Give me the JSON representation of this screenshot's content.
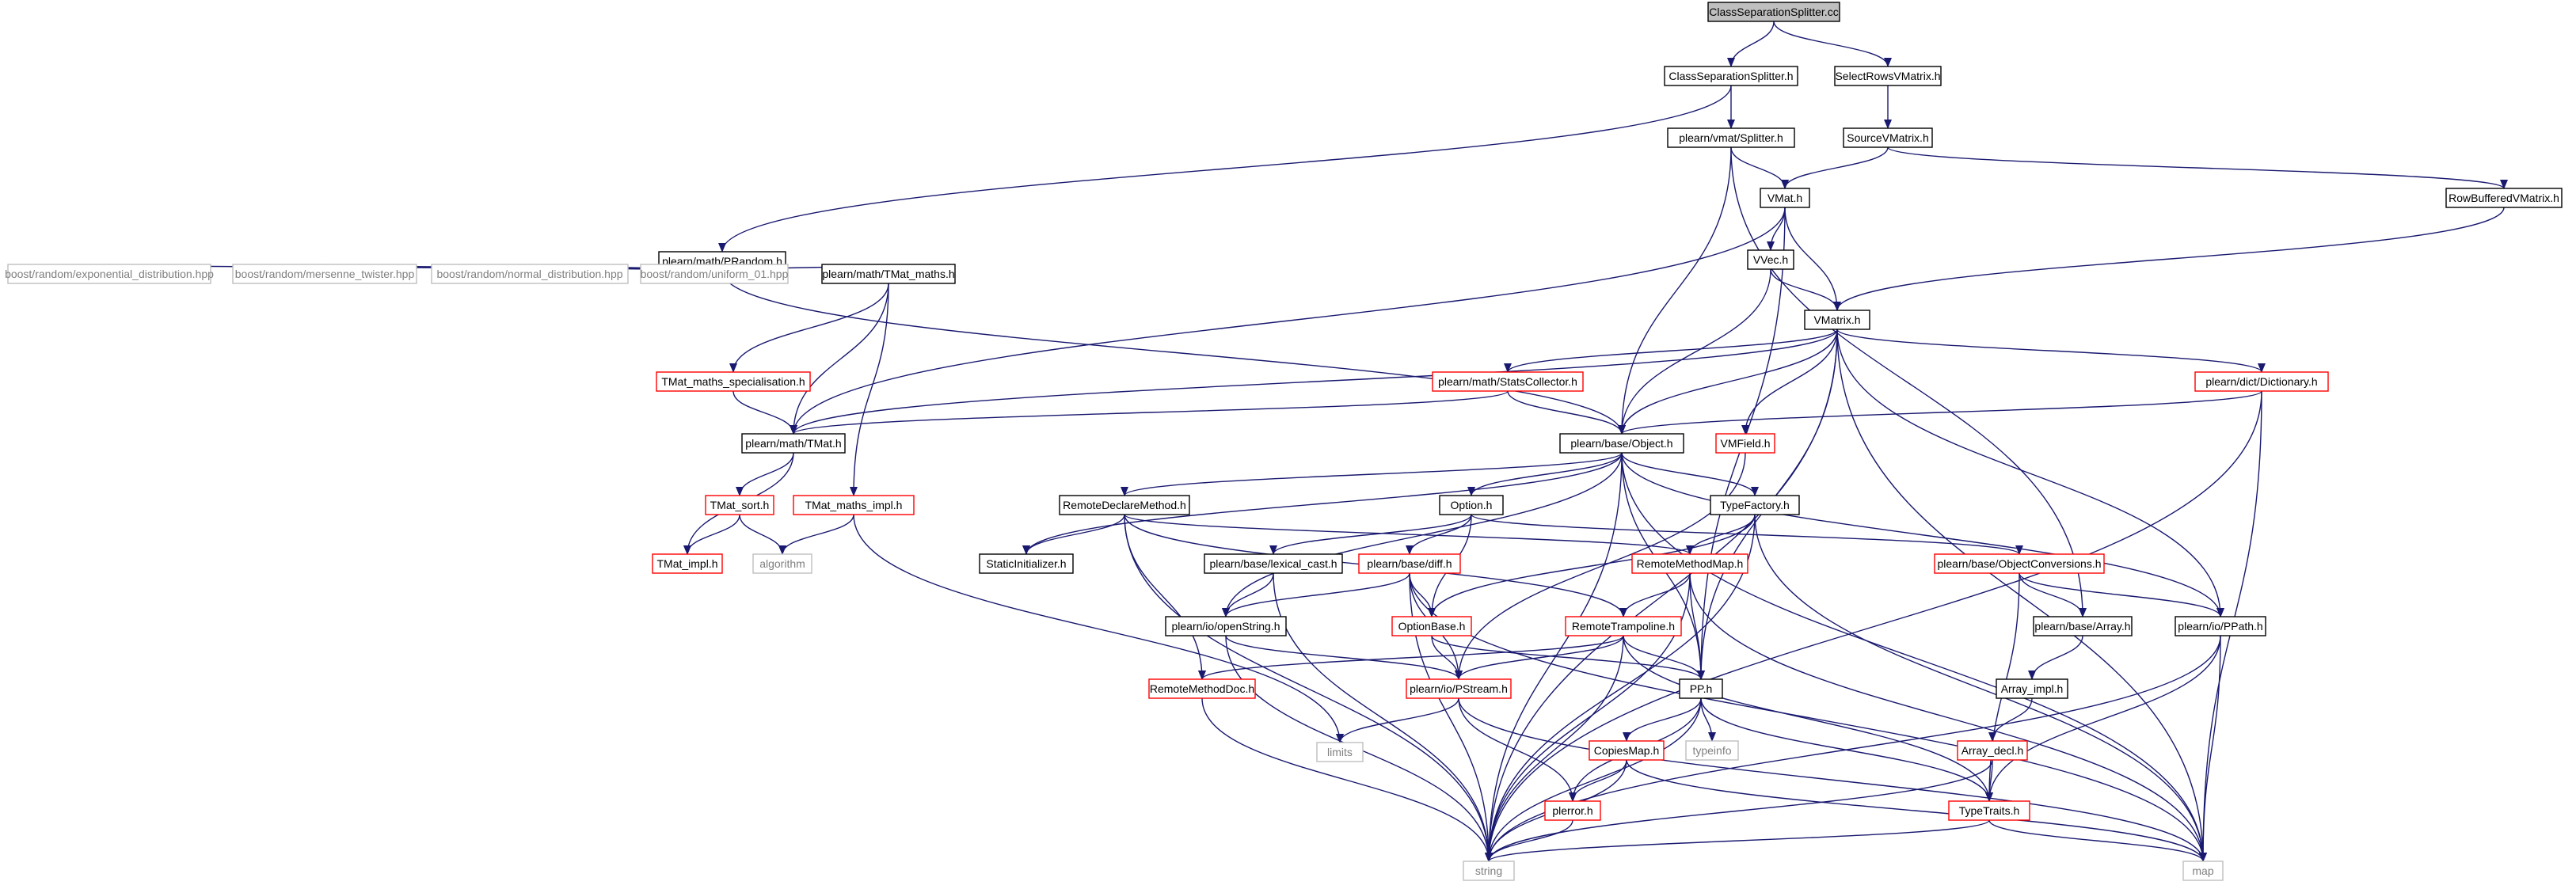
{
  "nodes": [
    {
      "id": "csc",
      "label": "ClassSeparationSplitter.cc",
      "style": "root"
    },
    {
      "id": "csh",
      "label": "ClassSeparationSplitter.h",
      "style": "black"
    },
    {
      "id": "srv",
      "label": "SelectRowsVMatrix.h",
      "style": "black"
    },
    {
      "id": "spl",
      "label": "plearn/vmat/Splitter.h",
      "style": "black"
    },
    {
      "id": "svm",
      "label": "SourceVMatrix.h",
      "style": "black"
    },
    {
      "id": "vmat",
      "label": "VMat.h",
      "style": "black"
    },
    {
      "id": "rbv",
      "label": "RowBufferedVMatrix.h",
      "style": "black"
    },
    {
      "id": "vvec",
      "label": "VVec.h",
      "style": "black"
    },
    {
      "id": "prand",
      "label": "plearn/math/PRandom.h",
      "style": "black"
    },
    {
      "id": "exp",
      "label": "boost/random/exponential_distribution.hpp",
      "style": "gray"
    },
    {
      "id": "mt",
      "label": "boost/random/mersenne_twister.hpp",
      "style": "gray"
    },
    {
      "id": "norm",
      "label": "boost/random/normal_distribution.hpp",
      "style": "gray"
    },
    {
      "id": "uni",
      "label": "boost/random/uniform_01.hpp",
      "style": "gray"
    },
    {
      "id": "tmm",
      "label": "plearn/math/TMat_maths.h",
      "style": "black"
    },
    {
      "id": "vmx",
      "label": "VMatrix.h",
      "style": "black"
    },
    {
      "id": "tmms",
      "label": "TMat_maths_specialisation.h",
      "style": "red"
    },
    {
      "id": "stats",
      "label": "plearn/math/StatsCollector.h",
      "style": "red"
    },
    {
      "id": "dict",
      "label": "plearn/dict/Dictionary.h",
      "style": "red"
    },
    {
      "id": "tmat",
      "label": "plearn/math/TMat.h",
      "style": "black"
    },
    {
      "id": "obj",
      "label": "plearn/base/Object.h",
      "style": "black"
    },
    {
      "id": "vmf",
      "label": "VMField.h",
      "style": "red"
    },
    {
      "id": "tsort",
      "label": "TMat_sort.h",
      "style": "red"
    },
    {
      "id": "tmmi",
      "label": "TMat_maths_impl.h",
      "style": "red"
    },
    {
      "id": "rdm",
      "label": "RemoteDeclareMethod.h",
      "style": "black"
    },
    {
      "id": "opt",
      "label": "Option.h",
      "style": "black"
    },
    {
      "id": "tf",
      "label": "TypeFactory.h",
      "style": "black"
    },
    {
      "id": "timpl",
      "label": "TMat_impl.h",
      "style": "red"
    },
    {
      "id": "algo",
      "label": "algorithm",
      "style": "gray"
    },
    {
      "id": "sinit",
      "label": "StaticInitializer.h",
      "style": "black"
    },
    {
      "id": "lcast",
      "label": "plearn/base/lexical_cast.h",
      "style": "black"
    },
    {
      "id": "diff",
      "label": "plearn/base/diff.h",
      "style": "red"
    },
    {
      "id": "rmm",
      "label": "RemoteMethodMap.h",
      "style": "red"
    },
    {
      "id": "oconv",
      "label": "plearn/base/ObjectConversions.h",
      "style": "red"
    },
    {
      "id": "ostr",
      "label": "plearn/io/openString.h",
      "style": "black"
    },
    {
      "id": "ob",
      "label": "OptionBase.h",
      "style": "red"
    },
    {
      "id": "rtr",
      "label": "RemoteTrampoline.h",
      "style": "red"
    },
    {
      "id": "arr",
      "label": "plearn/base/Array.h",
      "style": "black"
    },
    {
      "id": "ppath",
      "label": "plearn/io/PPath.h",
      "style": "black"
    },
    {
      "id": "rmd",
      "label": "RemoteMethodDoc.h",
      "style": "red"
    },
    {
      "id": "pstr",
      "label": "plearn/io/PStream.h",
      "style": "red"
    },
    {
      "id": "pp",
      "label": "PP.h",
      "style": "black"
    },
    {
      "id": "aimpl",
      "label": "Array_impl.h",
      "style": "black"
    },
    {
      "id": "limits",
      "label": "limits",
      "style": "gray"
    },
    {
      "id": "typeinfo",
      "label": "typeinfo",
      "style": "gray"
    },
    {
      "id": "cmap",
      "label": "CopiesMap.h",
      "style": "red"
    },
    {
      "id": "adecl",
      "label": "Array_decl.h",
      "style": "red"
    },
    {
      "id": "perr",
      "label": "plerror.h",
      "style": "red"
    },
    {
      "id": "tt",
      "label": "TypeTraits.h",
      "style": "red"
    },
    {
      "id": "string",
      "label": "string",
      "style": "gray"
    },
    {
      "id": "map",
      "label": "map",
      "style": "gray"
    }
  ],
  "edges": [
    [
      "csc",
      "csh"
    ],
    [
      "csc",
      "srv"
    ],
    [
      "csh",
      "spl"
    ],
    [
      "csh",
      "prand"
    ],
    [
      "srv",
      "svm"
    ],
    [
      "spl",
      "vmat"
    ],
    [
      "spl",
      "obj"
    ],
    [
      "spl",
      "arr"
    ],
    [
      "svm",
      "vmat"
    ],
    [
      "svm",
      "rbv"
    ],
    [
      "rbv",
      "vmx"
    ],
    [
      "vmat",
      "vvec"
    ],
    [
      "vmat",
      "vmx"
    ],
    [
      "vmat",
      "tmat"
    ],
    [
      "vmat",
      "pp"
    ],
    [
      "vvec",
      "vmx"
    ],
    [
      "vvec",
      "obj"
    ],
    [
      "prand",
      "exp"
    ],
    [
      "prand",
      "mt"
    ],
    [
      "prand",
      "norm"
    ],
    [
      "prand",
      "uni"
    ],
    [
      "prand",
      "tmm"
    ],
    [
      "prand",
      "obj"
    ],
    [
      "tmm",
      "tmms"
    ],
    [
      "tmm",
      "tmat"
    ],
    [
      "tmm",
      "tmmi"
    ],
    [
      "tmms",
      "tmat"
    ],
    [
      "vmx",
      "stats"
    ],
    [
      "vmx",
      "dict"
    ],
    [
      "vmx",
      "vmf"
    ],
    [
      "vmx",
      "obj"
    ],
    [
      "vmx",
      "tmat"
    ],
    [
      "vmx",
      "pp"
    ],
    [
      "vmx",
      "ppath"
    ],
    [
      "vmx",
      "map"
    ],
    [
      "vmx",
      "string"
    ],
    [
      "stats",
      "tmat"
    ],
    [
      "stats",
      "obj"
    ],
    [
      "dict",
      "obj"
    ],
    [
      "dict",
      "string"
    ],
    [
      "dict",
      "map"
    ],
    [
      "vmf",
      "pstr"
    ],
    [
      "tmat",
      "tsort"
    ],
    [
      "tmat",
      "timpl"
    ],
    [
      "tsort",
      "timpl"
    ],
    [
      "tsort",
      "algo"
    ],
    [
      "tmmi",
      "algo"
    ],
    [
      "tmmi",
      "limits"
    ],
    [
      "obj",
      "rdm"
    ],
    [
      "obj",
      "opt"
    ],
    [
      "obj",
      "tf"
    ],
    [
      "obj",
      "sinit"
    ],
    [
      "obj",
      "ostr"
    ],
    [
      "obj",
      "pp"
    ],
    [
      "obj",
      "ppath"
    ],
    [
      "obj",
      "map"
    ],
    [
      "obj",
      "string"
    ],
    [
      "rdm",
      "sinit"
    ],
    [
      "rdm",
      "rmm"
    ],
    [
      "rdm",
      "rtr"
    ],
    [
      "rdm",
      "rmd"
    ],
    [
      "rdm",
      "string"
    ],
    [
      "opt",
      "lcast"
    ],
    [
      "opt",
      "diff"
    ],
    [
      "opt",
      "ob"
    ],
    [
      "opt",
      "oconv"
    ],
    [
      "tf",
      "rmm"
    ],
    [
      "tf",
      "ob"
    ],
    [
      "tf",
      "string"
    ],
    [
      "tf",
      "map"
    ],
    [
      "lcast",
      "ostr"
    ],
    [
      "lcast",
      "string"
    ],
    [
      "diff",
      "ob"
    ],
    [
      "diff",
      "ostr"
    ],
    [
      "diff",
      "pstr"
    ],
    [
      "diff",
      "map"
    ],
    [
      "diff",
      "string"
    ],
    [
      "rmm",
      "rtr"
    ],
    [
      "rmm",
      "pp"
    ],
    [
      "rmm",
      "map"
    ],
    [
      "rmm",
      "string"
    ],
    [
      "oconv",
      "tt"
    ],
    [
      "oconv",
      "ppath"
    ],
    [
      "oconv",
      "arr"
    ],
    [
      "ostr",
      "pstr"
    ],
    [
      "ostr",
      "string"
    ],
    [
      "ob",
      "pstr"
    ],
    [
      "ob",
      "pp"
    ],
    [
      "rtr",
      "rmd"
    ],
    [
      "rtr",
      "pstr"
    ],
    [
      "rtr",
      "pp"
    ],
    [
      "rtr",
      "tt"
    ],
    [
      "rtr",
      "string"
    ],
    [
      "arr",
      "aimpl"
    ],
    [
      "ppath",
      "tt"
    ],
    [
      "ppath",
      "map"
    ],
    [
      "ppath",
      "string"
    ],
    [
      "rmd",
      "string"
    ],
    [
      "pstr",
      "limits"
    ],
    [
      "pstr",
      "perr"
    ],
    [
      "pstr",
      "map"
    ],
    [
      "pp",
      "cmap"
    ],
    [
      "pp",
      "typeinfo"
    ],
    [
      "pp",
      "tt"
    ],
    [
      "pp",
      "perr"
    ],
    [
      "pp",
      "string"
    ],
    [
      "aimpl",
      "adecl"
    ],
    [
      "cmap",
      "perr"
    ],
    [
      "cmap",
      "map"
    ],
    [
      "cmap",
      "string"
    ],
    [
      "adecl",
      "tt"
    ],
    [
      "adecl",
      "string"
    ],
    [
      "perr",
      "string"
    ],
    [
      "tt",
      "map"
    ],
    [
      "tt",
      "string"
    ]
  ],
  "colors": {
    "root_fill": "#bfbfbf",
    "black_border": "#000000",
    "red_border": "#ff0000",
    "gray_border": "#bfbfbf",
    "gray_text": "#7f7f7f",
    "edge": "#191970"
  }
}
